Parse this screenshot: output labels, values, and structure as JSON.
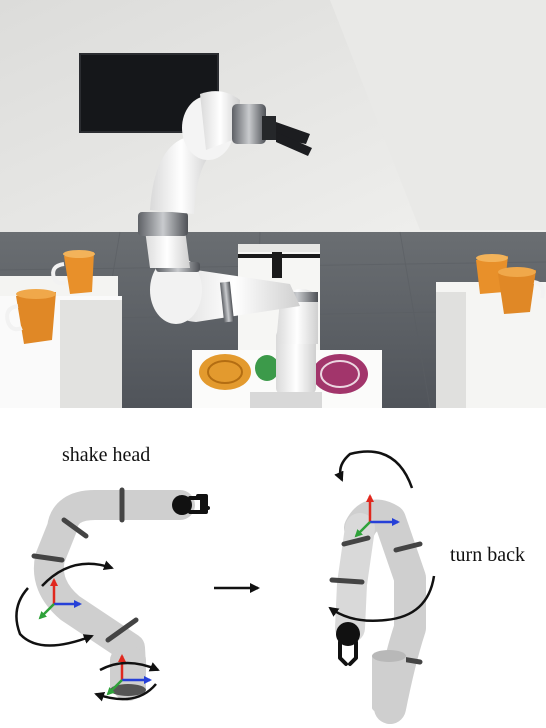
{
  "labels": {
    "left_action": "shake head",
    "right_action": "turn back",
    "transition_arrow": "→"
  },
  "cups": {
    "count_left_pedestal": 2,
    "count_right_pedestal": 2,
    "color": "#e8902a"
  },
  "coasters": [
    {
      "name": "orange",
      "color": "#e39a2e"
    },
    {
      "name": "green",
      "color": "#3c9a4a"
    },
    {
      "name": "purple",
      "color": "#a2356b"
    }
  ],
  "colors": {
    "axis_up": "#e0281e",
    "axis_right": "#2640d8",
    "axis_diag": "#2fa23a",
    "robot_link": "#cfcfcf",
    "robot_joint": "#444444",
    "gripper": "#111111"
  }
}
